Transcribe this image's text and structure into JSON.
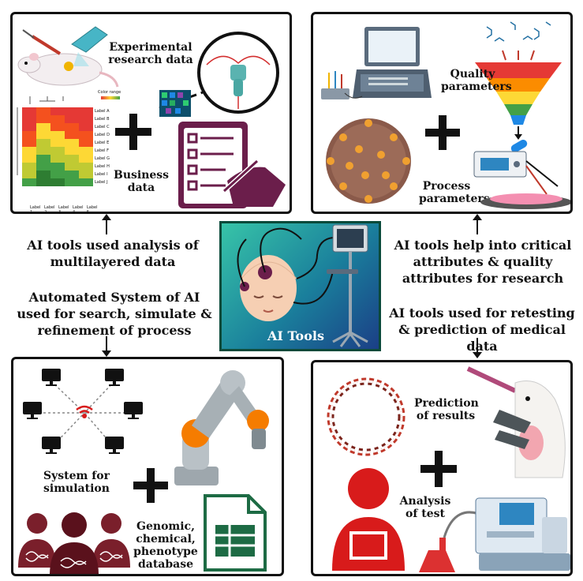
{
  "panels": {
    "top_left": {
      "experimental_label": "Experimental research data",
      "business_label": "Business data",
      "heatmap_legend": "Color range",
      "heatmap_row_labels": [
        "Label A",
        "Label B",
        "Label C",
        "Label D",
        "Label E",
        "Label F",
        "Label G",
        "Label H",
        "Label I",
        "Label J"
      ],
      "heatmap_col_labels": [
        "Label 1",
        "Label 2",
        "Label 3",
        "Label 4",
        "Label 5"
      ]
    },
    "top_right": {
      "quality_label": "Quality parameters",
      "process_label": "Process parameters"
    },
    "bottom_left": {
      "system_label": "System for simulation",
      "database_label": "Genomic, chemical, phenotype database"
    },
    "bottom_right": {
      "prediction_label": "Prediction of results",
      "analysis_label": "Analysis of test"
    }
  },
  "captions": {
    "top_left": "AI tools used analysis of multilayered data",
    "top_right": "AI tools help into critical attributes & quality attributes for research",
    "bottom_left": "Automated System of AI used for search, simulate & refinement of process",
    "bottom_right": "AI tools used for retesting & prediction of medical data"
  },
  "center": {
    "label": "AI Tools"
  },
  "colors": {
    "funnel": [
      "#e53935",
      "#fb8c00",
      "#fdd835",
      "#43a047",
      "#1e88e5"
    ],
    "accent_red": "#d81b1b",
    "maroon": "#7a1f2b",
    "purple": "#6b1e4b",
    "panel_border": "#111111"
  }
}
